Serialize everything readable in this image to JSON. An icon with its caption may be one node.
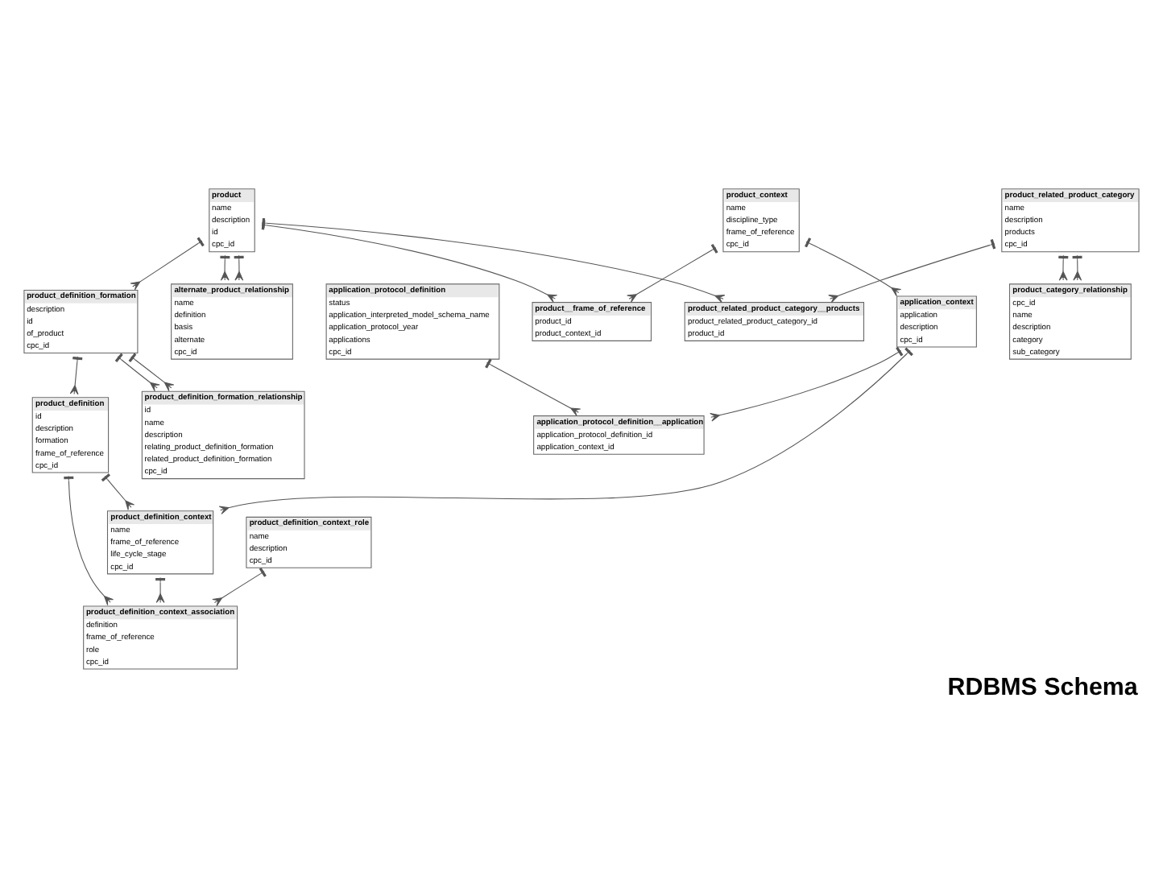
{
  "diagram": {
    "title": "RDBMS Schema",
    "nodes": [
      {
        "text": [
          "alternate_product_relationship",
          "name",
          "definition",
          "basis",
          "alternate",
          "cpc_id"
        ]
      },
      {
        "text": [
          "product__frame_of_reference",
          "product_id",
          "product_context_id"
        ]
      },
      {
        "text": [
          "product",
          "name",
          "description",
          "id",
          "cpc_id"
        ]
      },
      {
        "text": [
          "product_related_product_category__products",
          "product_related_product_category_id",
          "product_id"
        ]
      },
      {
        "text": [
          "product_context",
          "name",
          "discipline_type",
          "frame_of_reference",
          "cpc_id"
        ]
      },
      {
        "text": [
          "product_related_product_category",
          "name",
          "description",
          "products",
          "cpc_id"
        ]
      },
      {
        "text": [
          "product_definition_formation",
          "description",
          "id",
          "of_product",
          "cpc_id"
        ]
      },
      {
        "text": [
          "product_definition_formation_relationship",
          "id",
          "name",
          "description",
          "relating_product_definition_formation",
          "related_product_definition_formation",
          "cpc_id"
        ]
      },
      {
        "text": [
          "application_context",
          "application",
          "description",
          "cpc_id"
        ]
      },
      {
        "text": [
          "product_definition",
          "id",
          "description",
          "formation",
          "frame_of_reference",
          "cpc_id"
        ]
      },
      {
        "text": [
          "product_category_relationship",
          "cpc_id",
          "name",
          "description",
          "category",
          "sub_category"
        ]
      },
      {
        "text": [
          "application_protocol_definition__application",
          "application_protocol_definition_id",
          "application_context_id"
        ]
      },
      {
        "text": [
          "product_definition_context_association",
          "definition",
          "frame_of_reference",
          "role",
          "cpc_id"
        ]
      },
      {
        "text": [
          "application_protocol_definition",
          "status",
          "application_interpreted_model_schema_name",
          "application_protocol_year",
          "applications",
          "cpc_id"
        ]
      },
      {
        "text": [
          "product_definition_context",
          "name",
          "frame_of_reference",
          "life_cycle_stage",
          "cpc_id"
        ]
      },
      {
        "text": [
          "product_definition_context_role",
          "name",
          "description",
          "cpc_id"
        ]
      }
    ],
    "edges": [
      {
        "from": 2,
        "to": 0,
        "arrow": "other"
      },
      {
        "from": 2,
        "to": 0,
        "arrow": "other"
      },
      {
        "from": 2,
        "to": 1,
        "arrow": "other"
      },
      {
        "from": 2,
        "to": 3,
        "arrow": "other"
      },
      {
        "from": 4,
        "to": 1,
        "arrow": "other"
      },
      {
        "from": 2,
        "to": 6,
        "arrow": "other"
      },
      {
        "from": 5,
        "to": 3,
        "arrow": "other"
      },
      {
        "from": 5,
        "to": 10,
        "arrow": "other"
      },
      {
        "from": 5,
        "to": 10,
        "arrow": "other"
      },
      {
        "from": 6,
        "to": 7,
        "arrow": "other"
      },
      {
        "from": 6,
        "to": 7,
        "arrow": "other"
      },
      {
        "from": 6,
        "to": 9,
        "arrow": "other"
      },
      {
        "from": 4,
        "to": 8,
        "arrow": "other"
      },
      {
        "from": 8,
        "to": 11,
        "arrow": "other"
      },
      {
        "from": 13,
        "to": 11,
        "arrow": "other"
      },
      {
        "from": 8,
        "to": 14,
        "arrow": "other"
      },
      {
        "from": 9,
        "to": 14,
        "arrow": "other"
      },
      {
        "from": 9,
        "to": 12,
        "arrow": "other"
      },
      {
        "from": 14,
        "to": 12,
        "arrow": "other"
      },
      {
        "from": 15,
        "to": 12,
        "arrow": "other"
      }
    ]
  }
}
